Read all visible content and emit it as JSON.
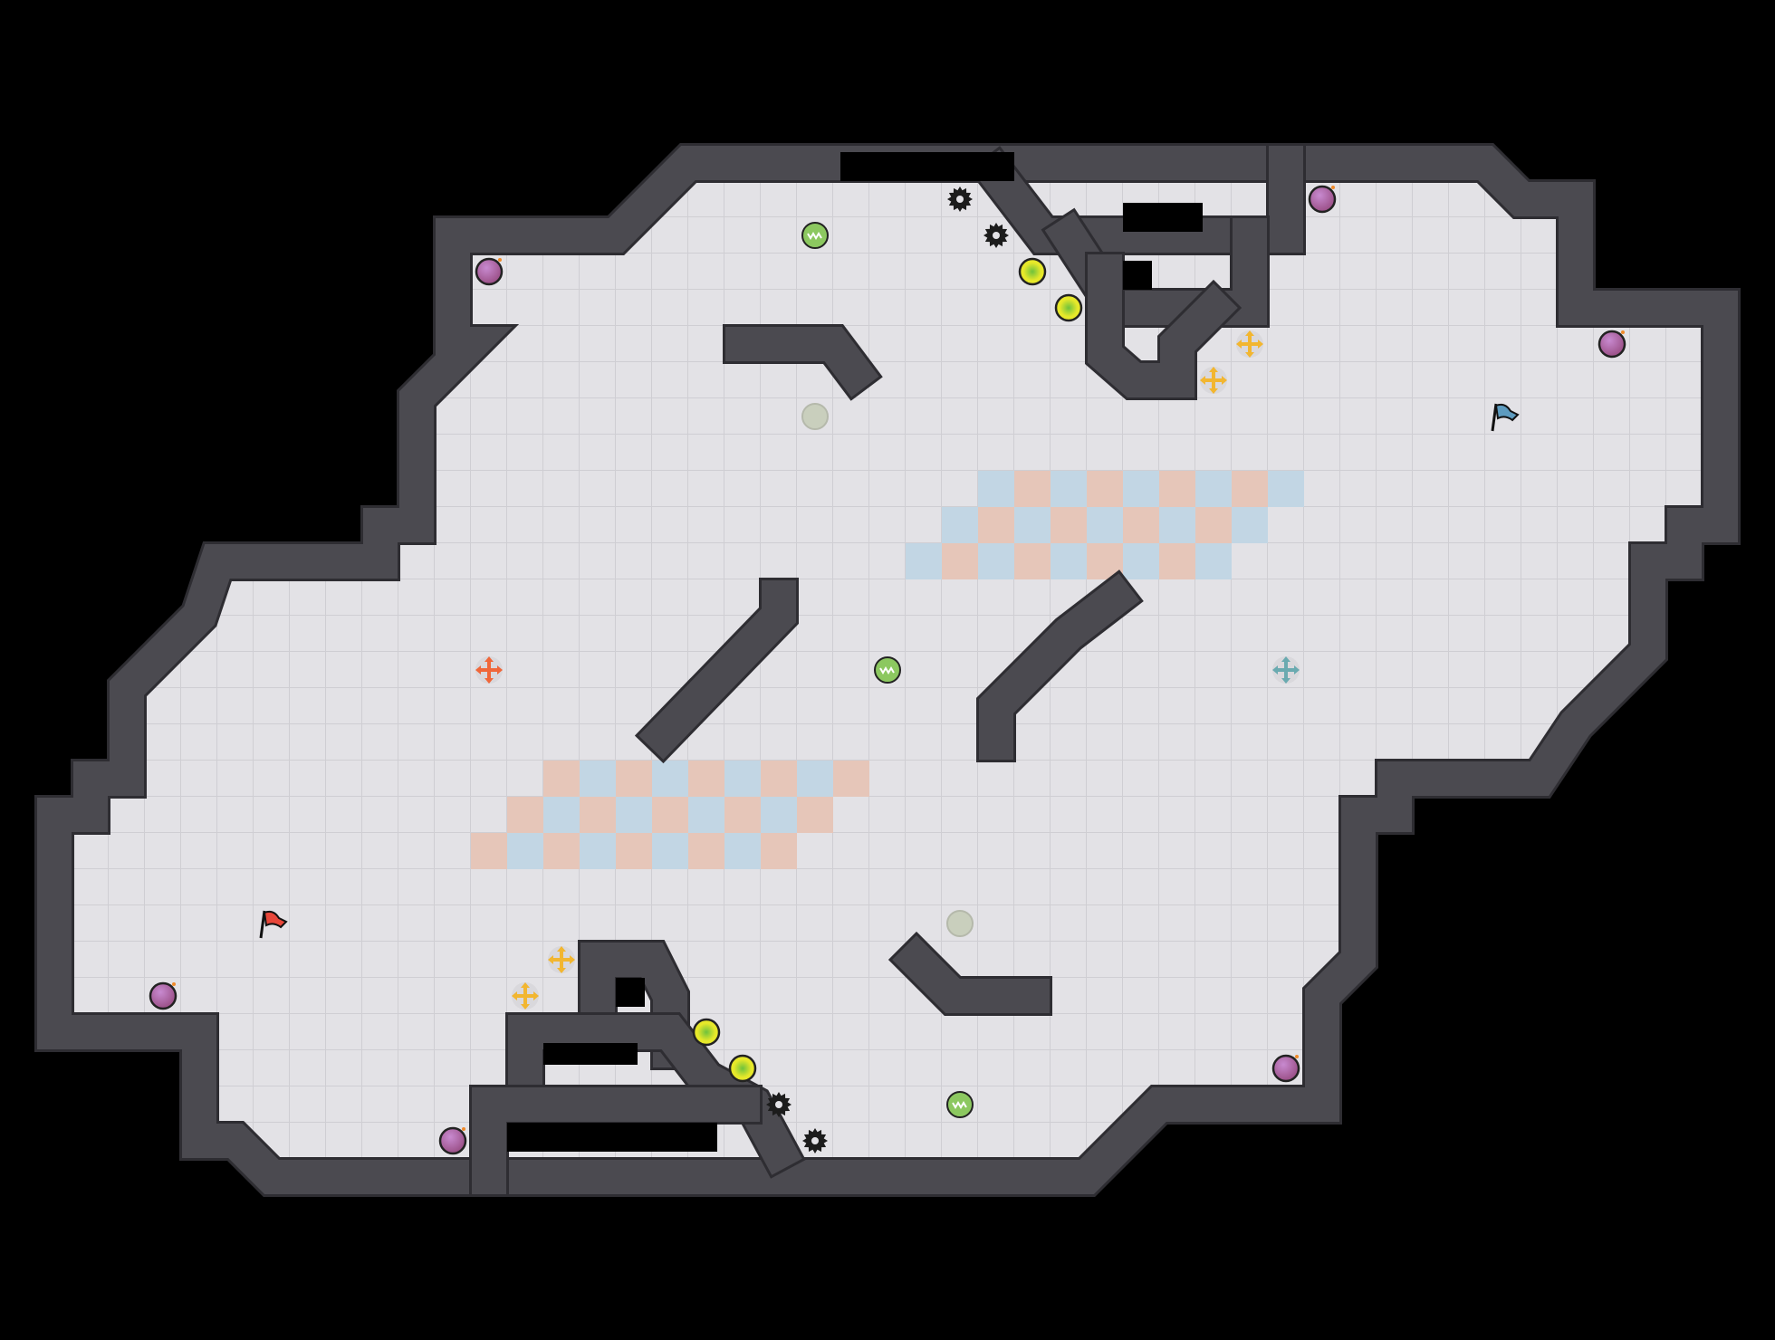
{
  "map": {
    "colors": {
      "background": "#000000",
      "floor": "#e3e2e6",
      "floor_line": "#cfced3",
      "wall": "#4b4a50",
      "wall_edge": "#2e2d32",
      "red_tile": "#e6c6b9",
      "blue_tile": "#c2d6e4",
      "red_team": "#e8473a",
      "blue_team": "#5d9bbf",
      "bomb": "#9a4f86",
      "powerup": "#e6e82a",
      "powerup_core": "#6fc23c",
      "boost": "#f2b630",
      "red_boost": "#f0673a",
      "blue_boost": "#6aaab0",
      "button": "#c9cfbd",
      "spike": "#1c1c1c"
    },
    "entity_types": [
      "spike-icon",
      "speed-pad-icon",
      "powerup-icon",
      "bomb-icon",
      "boost-icon",
      "red-boost-icon",
      "blue-boost-icon",
      "button-icon",
      "red-flag-icon",
      "blue-flag-icon"
    ],
    "counts": {
      "spikes": 4,
      "speed_pads": 3,
      "powerups": 4,
      "bombs": 6,
      "boosts": 4,
      "red_boosts": 1,
      "blue_boosts": 1,
      "buttons": 2,
      "red_flags": 1,
      "blue_flags": 1
    }
  }
}
